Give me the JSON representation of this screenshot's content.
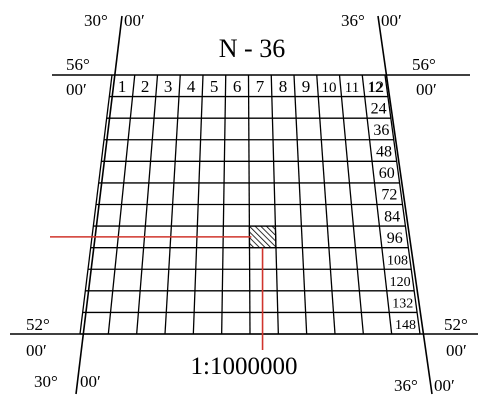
{
  "sheet": {
    "title": "N - 36",
    "scale": "1:1000000"
  },
  "corners": {
    "top_left_lon": "30°",
    "top_left_lon_min": "00′",
    "top_right_lon": "36°",
    "top_right_lon_min": "00′",
    "top_left_lat": "56°",
    "top_left_lat_min": "00′",
    "top_right_lat": "56°",
    "top_right_lat_min": "00′",
    "bottom_left_lat": "52°",
    "bottom_left_lat_min": "00′",
    "bottom_right_lat": "52°",
    "bottom_right_lat_min": "00′",
    "bottom_left_lon": "30°",
    "bottom_left_lon_min": "00′",
    "bottom_right_lon": "36°",
    "bottom_right_lon_min": "00′"
  },
  "grid": {
    "columns": 12,
    "rows": 12,
    "column_labels": [
      "1",
      "2",
      "3",
      "4",
      "5",
      "6",
      "7",
      "8",
      "9",
      "10",
      "11",
      "12"
    ],
    "row_end_labels": [
      "12",
      "24",
      "36",
      "48",
      "60",
      "72",
      "84",
      "96",
      "108",
      "120",
      "132",
      "148"
    ],
    "highlighted_cell": {
      "row": 8,
      "column": 7
    }
  },
  "colors": {
    "line": "#000000",
    "pointer": "#d0342c"
  }
}
